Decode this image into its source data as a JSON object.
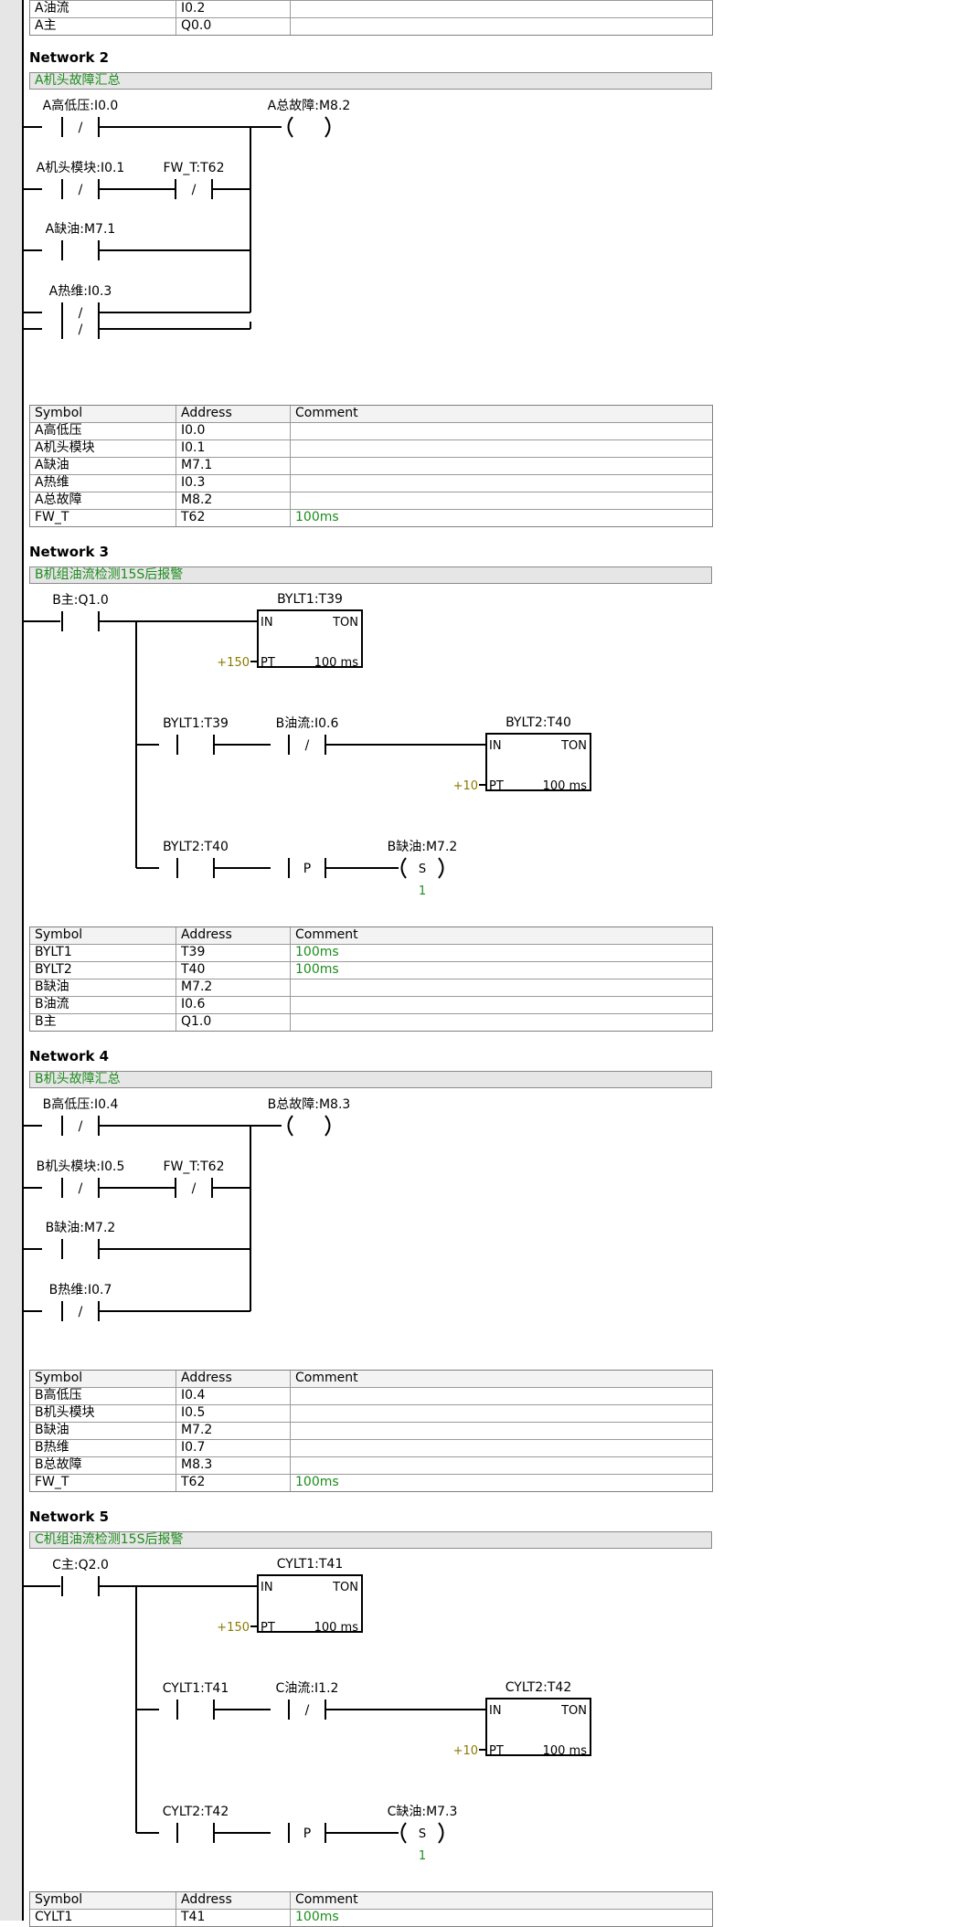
{
  "colors": {
    "comment_green": "#1e8c1e",
    "param_olive": "#8b7a00",
    "gutter": "#e6e6e6"
  },
  "top_table": {
    "rows": [
      {
        "symbol": "A油流",
        "address": "I0.2",
        "comment": ""
      },
      {
        "symbol": "A主",
        "address": "Q0.0",
        "comment": ""
      }
    ]
  },
  "network2": {
    "title": "Network 2",
    "comment": "A机头故障汇总",
    "labels": {
      "c1": "A高低压:I0.0",
      "c2": "A机头模块:I0.1",
      "c3": "FW_T:T62",
      "c4": "A缺油:M7.1",
      "c5": "A热维:I0.3",
      "coil": "A总故障:M8.2"
    },
    "table": {
      "headers": {
        "symbol": "Symbol",
        "address": "Address",
        "comment": "Comment"
      },
      "rows": [
        {
          "symbol": "A高低压",
          "address": "I0.0",
          "comment": ""
        },
        {
          "symbol": "A机头模块",
          "address": "I0.1",
          "comment": ""
        },
        {
          "symbol": "A缺油",
          "address": "M7.1",
          "comment": ""
        },
        {
          "symbol": "A热维",
          "address": "I0.3",
          "comment": ""
        },
        {
          "symbol": "A总故障",
          "address": "M8.2",
          "comment": ""
        },
        {
          "symbol": "FW_T",
          "address": "T62",
          "comment": "100ms"
        }
      ]
    }
  },
  "network3": {
    "title": "Network 3",
    "comment": "B机组油流检测15S后报警",
    "labels": {
      "c1": "B主:Q1.0",
      "t1": "BYLT1:T39",
      "t1_pt": "+150",
      "c2": "BYLT1:T39",
      "c3": "B油流:I0.6",
      "t2": "BYLT2:T40",
      "t2_pt": "+10",
      "c4": "BYLT2:T40",
      "coil": "B缺油:M7.2",
      "coil_n": "1"
    },
    "table": {
      "headers": {
        "symbol": "Symbol",
        "address": "Address",
        "comment": "Comment"
      },
      "rows": [
        {
          "symbol": "BYLT1",
          "address": "T39",
          "comment": "100ms"
        },
        {
          "symbol": "BYLT2",
          "address": "T40",
          "comment": "100ms"
        },
        {
          "symbol": "B缺油",
          "address": "M7.2",
          "comment": ""
        },
        {
          "symbol": "B油流",
          "address": "I0.6",
          "comment": ""
        },
        {
          "symbol": "B主",
          "address": "Q1.0",
          "comment": ""
        }
      ]
    }
  },
  "network4": {
    "title": "Network 4",
    "comment": "B机头故障汇总",
    "labels": {
      "c1": "B高低压:I0.4",
      "c2": "B机头模块:I0.5",
      "c3": "FW_T:T62",
      "c4": "B缺油:M7.2",
      "c5": "B热维:I0.7",
      "coil": "B总故障:M8.3"
    },
    "table": {
      "headers": {
        "symbol": "Symbol",
        "address": "Address",
        "comment": "Comment"
      },
      "rows": [
        {
          "symbol": "B高低压",
          "address": "I0.4",
          "comment": ""
        },
        {
          "symbol": "B机头模块",
          "address": "I0.5",
          "comment": ""
        },
        {
          "symbol": "B缺油",
          "address": "M7.2",
          "comment": ""
        },
        {
          "symbol": "B热维",
          "address": "I0.7",
          "comment": ""
        },
        {
          "symbol": "B总故障",
          "address": "M8.3",
          "comment": ""
        },
        {
          "symbol": "FW_T",
          "address": "T62",
          "comment": "100ms"
        }
      ]
    }
  },
  "network5": {
    "title": "Network 5",
    "comment": "C机组油流检测15S后报警",
    "labels": {
      "c1": "C主:Q2.0",
      "t1": "CYLT1:T41",
      "t1_pt": "+150",
      "c2": "CYLT1:T41",
      "c3": "C油流:I1.2",
      "t2": "CYLT2:T42",
      "t2_pt": "+10",
      "c4": "CYLT2:T42",
      "coil": "C缺油:M7.3",
      "coil_n": "1"
    },
    "table": {
      "headers": {
        "symbol": "Symbol",
        "address": "Address",
        "comment": "Comment"
      },
      "rows": [
        {
          "symbol": "CYLT1",
          "address": "T41",
          "comment": "100ms"
        }
      ]
    }
  },
  "timer_box": {
    "in": "IN",
    "ton": "TON",
    "pt": "PT",
    "base": "100 ms"
  },
  "glyphs": {
    "nc": "/",
    "p": "P",
    "s": "S"
  }
}
